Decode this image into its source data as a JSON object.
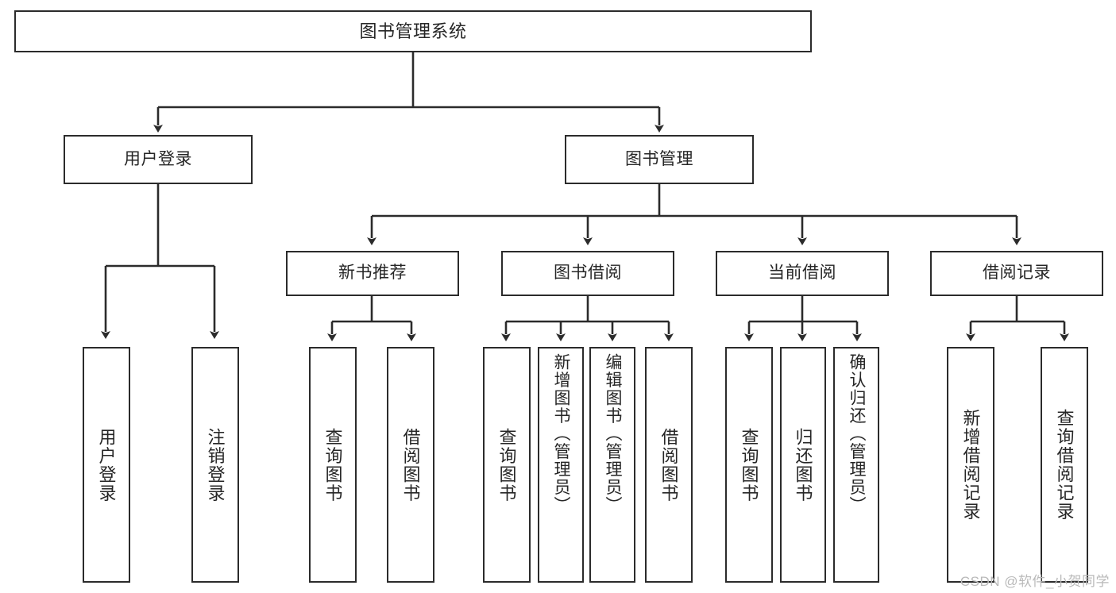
{
  "diagram": {
    "title": "图书管理系统",
    "type": "hierarchy-tree",
    "watermark": "CSDN @软件_小贺同学",
    "colors": {
      "stroke": "#2b2b2b",
      "text": "#262626",
      "background": "#ffffff",
      "watermark": "#b9b9b9"
    },
    "root": {
      "label": "图书管理系统"
    },
    "level2": [
      {
        "label": "用户登录"
      },
      {
        "label": "图书管理"
      }
    ],
    "level3": [
      {
        "label": "新书推荐"
      },
      {
        "label": "图书借阅"
      },
      {
        "label": "当前借阅"
      },
      {
        "label": "借阅记录"
      }
    ],
    "leaves": {
      "user_login": [
        {
          "label": "用户登录"
        },
        {
          "label": "注销登录"
        }
      ],
      "new_book_recommend": [
        {
          "label": "查询图书"
        },
        {
          "label": "借阅图书"
        }
      ],
      "book_borrow": [
        {
          "label": "查询图书"
        },
        {
          "label": "新增图书（管理员）"
        },
        {
          "label": "编辑图书（管理员）"
        },
        {
          "label": "借阅图书"
        }
      ],
      "current_borrow": [
        {
          "label": "查询图书"
        },
        {
          "label": "归还图书"
        },
        {
          "label": "确认归还（管理员）"
        }
      ],
      "borrow_record": [
        {
          "label": "新增借阅记录"
        },
        {
          "label": "查询借阅记录"
        }
      ]
    }
  }
}
